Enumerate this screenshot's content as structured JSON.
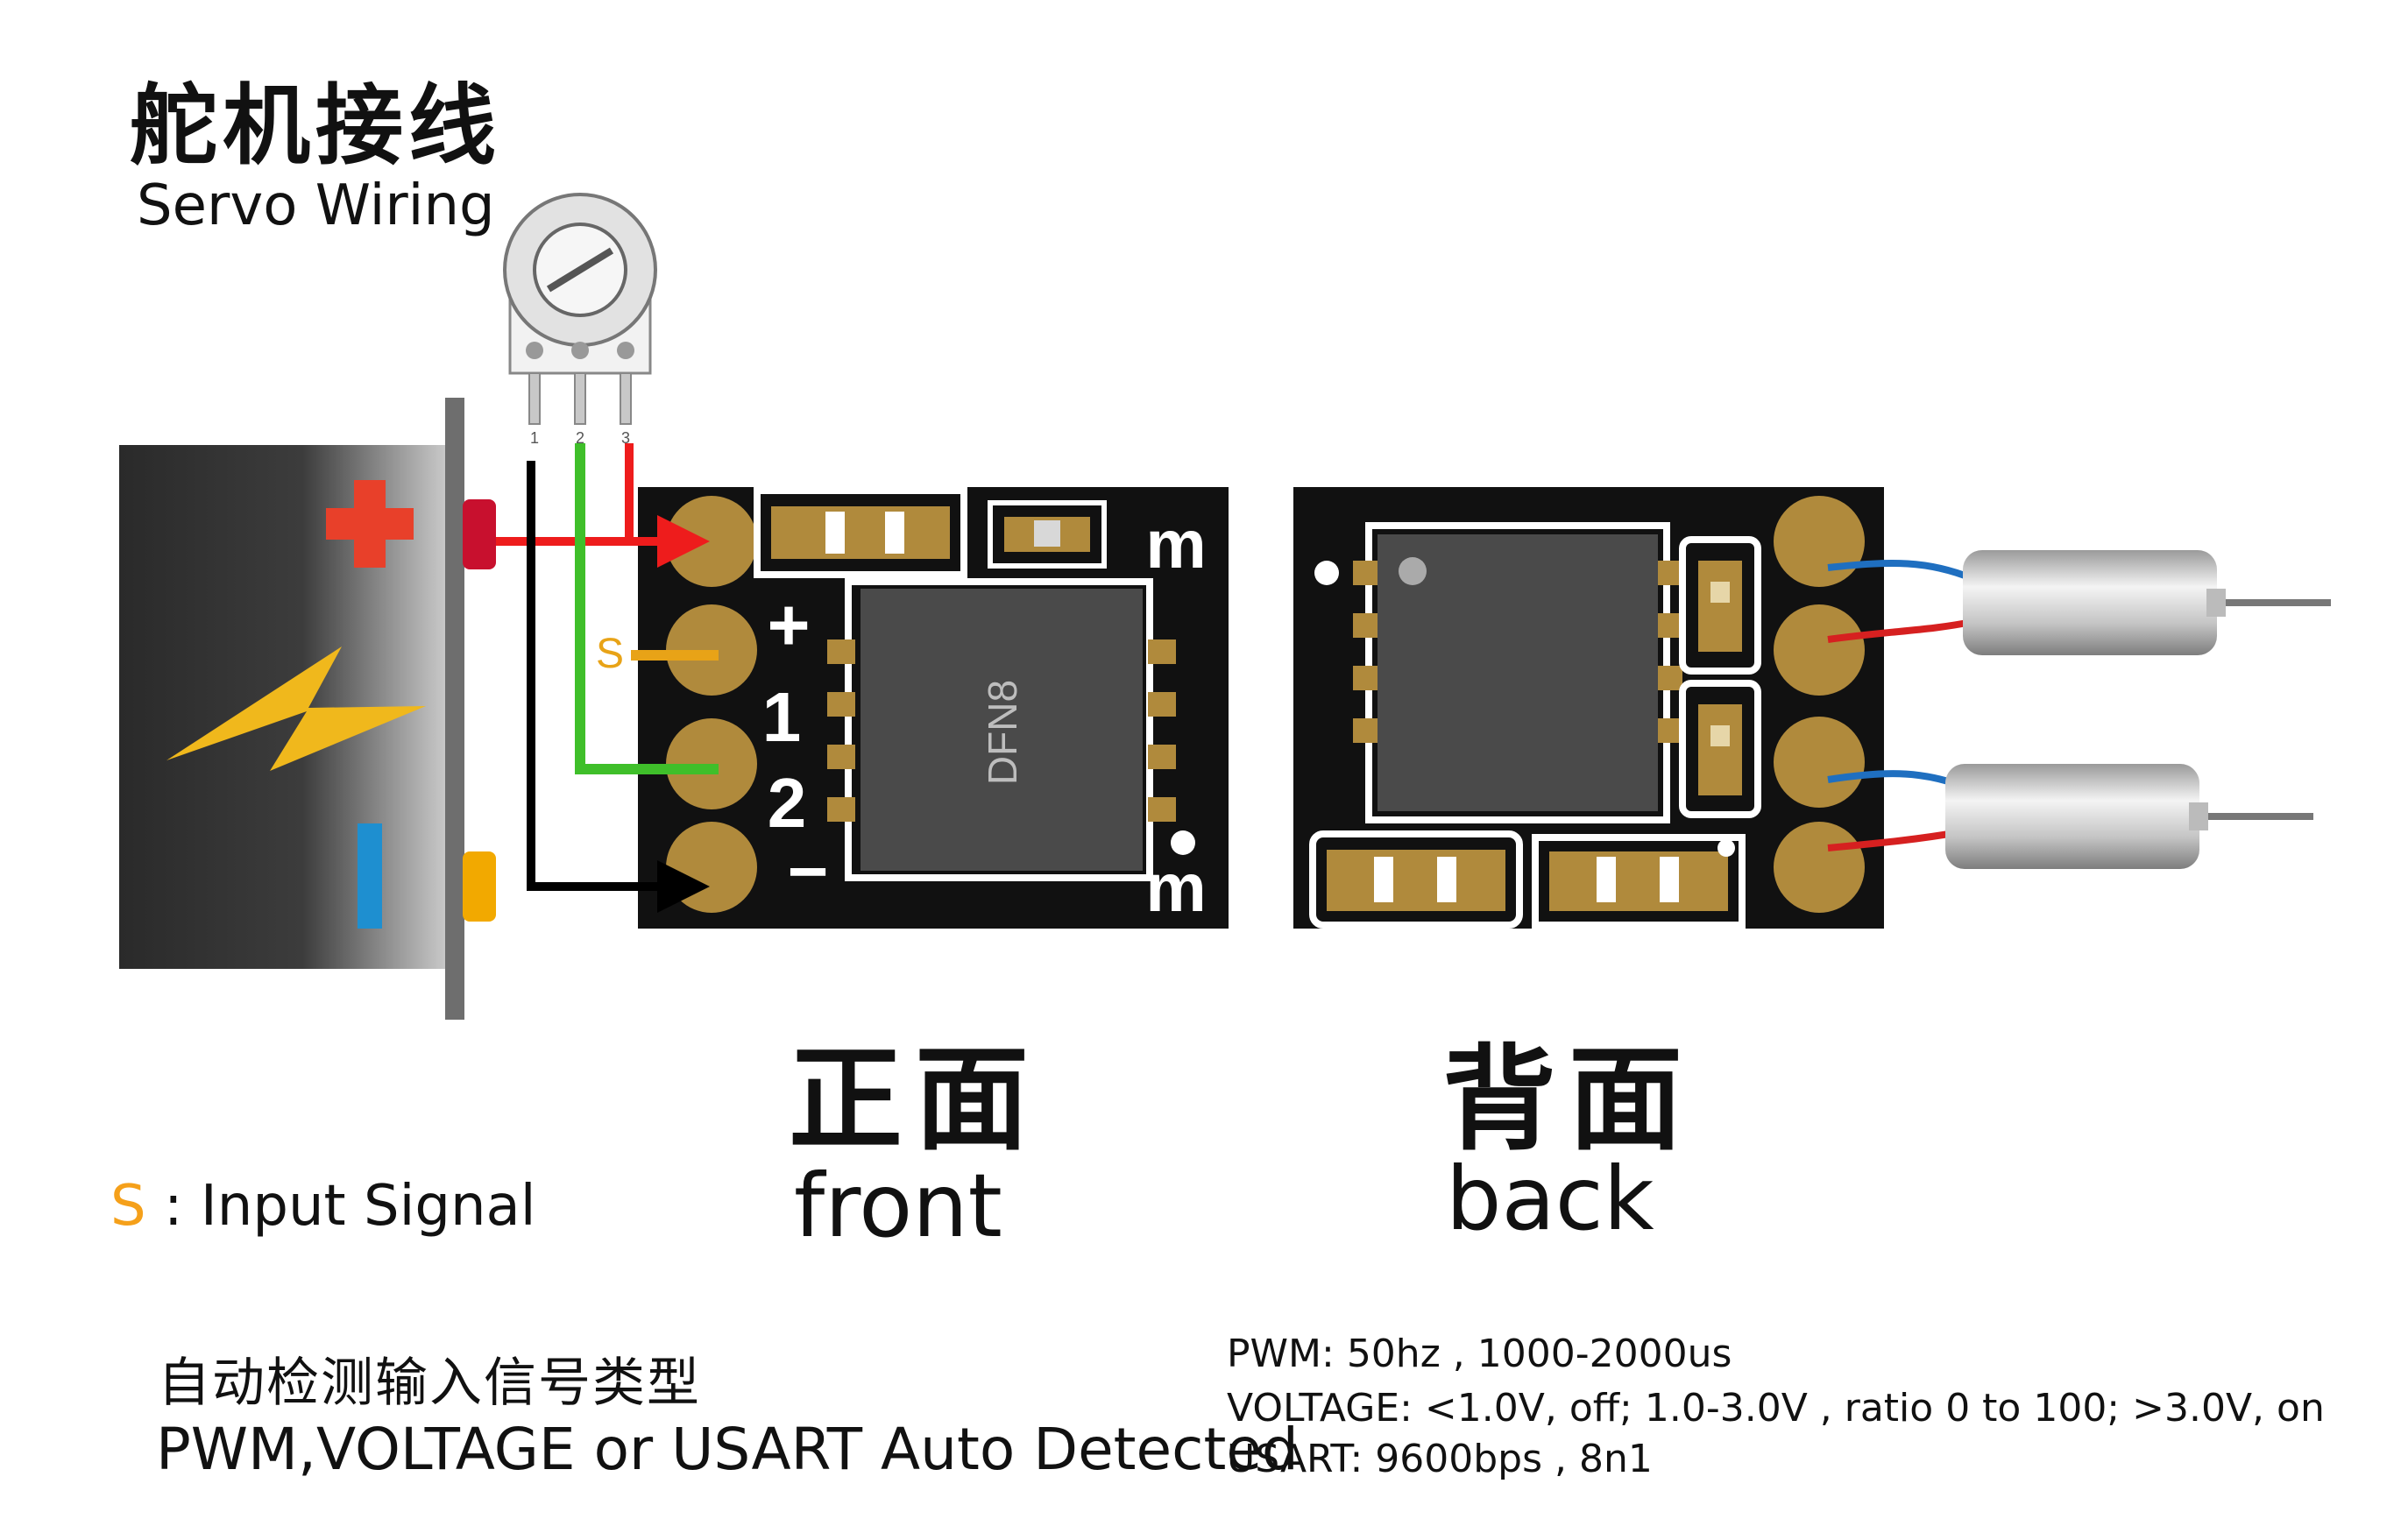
{
  "title": {
    "zh": "舵机接线",
    "en": "Servo Wiring"
  },
  "front": {
    "zh": "正面",
    "en": "front",
    "chip_label": "DFN8",
    "pin_labels": [
      "+",
      "1",
      "2",
      "−"
    ],
    "corner_marks": [
      "m",
      "m"
    ]
  },
  "back": {
    "zh": "背面",
    "en": "back"
  },
  "potentiometer": {
    "pin_numbers": [
      "1",
      "2",
      "3"
    ]
  },
  "signal_tag": "S",
  "legend": {
    "symbol": "S",
    "text": " : Input Signal"
  },
  "auto_detect": {
    "zh": "自动检测输入信号类型",
    "en": "PWM,VOLTAGE or USART Auto Detected"
  },
  "specs": [
    "PWM: 50hz , 1000-2000us",
    "VOLTAGE:  <1.0V, off; 1.0-3.0V , ratio 0 to 100; >3.0V, on",
    "USART:  9600bps , 8n1"
  ],
  "colors": {
    "board": "#111111",
    "pad": "#b08a3c",
    "chip": "#4a4a4a",
    "wire_positive": "#ee1c1c",
    "wire_signal": "#e8a317",
    "wire_pot": "#3fbf2a",
    "wire_ground": "#000000",
    "battery_plus": "#e8402a",
    "battery_minus": "#1e8fd0",
    "bolt": "#f0b81c",
    "motor_wire_blue": "#1f6fc0",
    "motor_wire_red": "#d62020"
  },
  "icons": [
    "battery-icon",
    "potentiometer-icon",
    "motor-icon",
    "lightning-icon"
  ]
}
